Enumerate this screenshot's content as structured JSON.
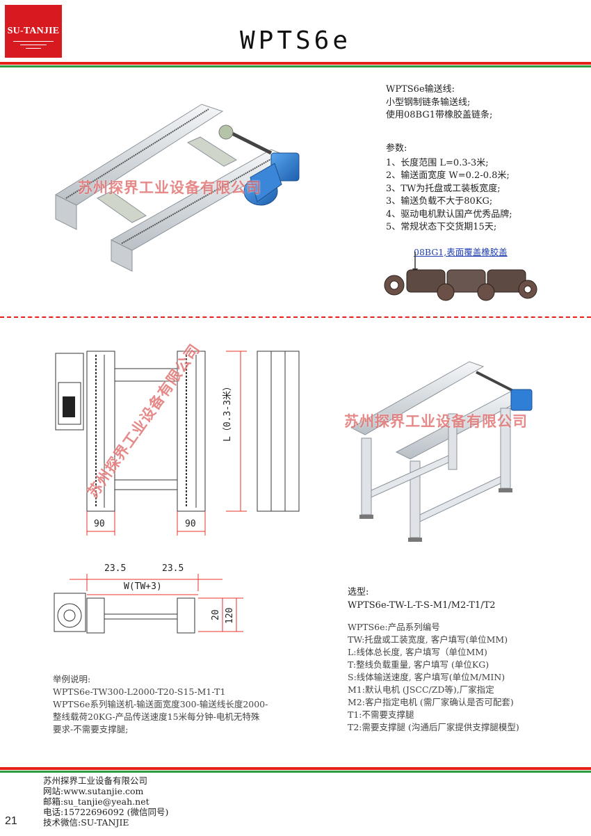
{
  "logo": {
    "text": "SU-TANJIE"
  },
  "header": {
    "title": "WPTS6e"
  },
  "intro": {
    "lines": [
      "WPTS6e输送线:",
      "小型钢制链条输送线;",
      "使用08BG1带橡胶盖链条;"
    ],
    "params_title": "参数:",
    "params": [
      "1、长度范围 L=0.3-3米;",
      "2、输送面宽度 W=0.2-0.8米;",
      "3、TW为托盘或工装板宽度;",
      "3、输送负载不大于80KG;",
      "4、驱动电机默认国产优秀品牌;",
      "5、常规状态下交货期15天;"
    ],
    "chain_label": "08BG1,表面覆盖橡胶盖"
  },
  "watermark": "苏州探界工业设备有限公司",
  "dimensions": {
    "length": "L（0.3-3米）",
    "side_a": "90",
    "side_b": "90",
    "offset_a": "23.5",
    "offset_b": "23.5",
    "width": "W(TW+3)",
    "height_a": "20",
    "height_b": "120"
  },
  "example": {
    "title": "举例说明:",
    "code": "WPTS6e-TW300-L2000-T20-S15-M1-T1",
    "desc": [
      "WPTS6e系列输送机-输送面宽度300-输送线长度2000-",
      "整线载荷20KG-产品传送速度15米每分钟-电机无特殊",
      "要求-不需要支撑腿;"
    ]
  },
  "selection": {
    "title": "选型:",
    "code": "WPTS6e-TW-L-T-S-M1/M2-T1/T2",
    "items": [
      "WPTS6e:产品系列编号",
      "TW:托盘或工装宽度, 客户填写(单位MM)",
      "L:线体总长度, 客户填写（单位MM)",
      "T:整线负载重量, 客户填写 (单位KG)",
      "S:线体输送速度, 客户填写(单位M/MIN)",
      "M1:默认电机 (JSCC/ZD等),厂家指定",
      "M2:客户指定电机 (需厂家确认是否可配套)",
      "T1:不需要支撑腿",
      "T2:需要支撑腿 (沟通后厂家提供支撑腿模型)"
    ]
  },
  "footer": {
    "company": "苏州探界工业设备有限公司",
    "website": "网站:www.sutanjie.com",
    "email": "邮箱:su_tanjie@yeah.net",
    "phone": "电话:15722696092 (微信同号)",
    "wechat": "技术微信:SU-TANJIE",
    "page": "21"
  },
  "colors": {
    "brand_red": "#e32119",
    "green": "#2e9b3d",
    "dim_red": "#e8302a",
    "motor_blue": "#2f7fd6"
  }
}
